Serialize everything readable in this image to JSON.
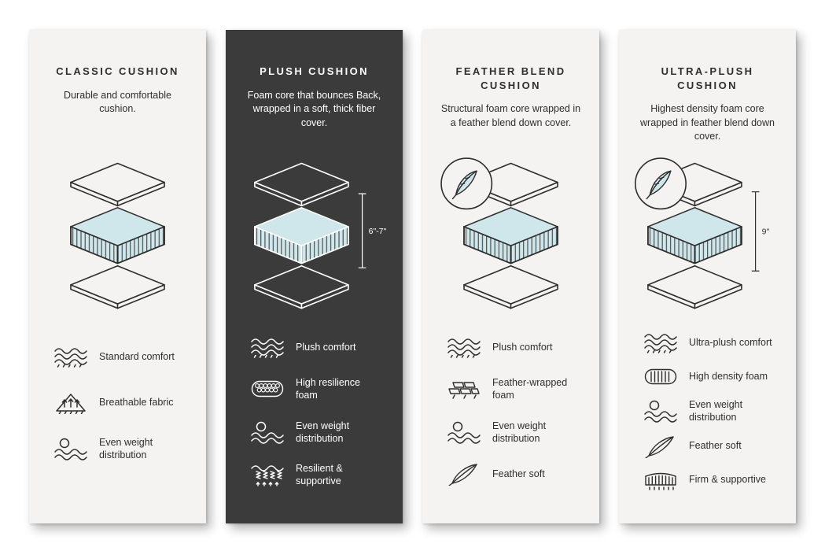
{
  "colors": {
    "page_background": "#ffffff",
    "card_light_bg": "#f4f3f1",
    "card_dark_bg": "#3b3b3b",
    "foam_fill": "#cfe6ea",
    "ink_dark": "#2e2e2e",
    "ink_light": "#ffffff"
  },
  "cards": [
    {
      "id": "classic",
      "theme": "light",
      "title": "CLASSIC CUSHION",
      "description": "Durable and comfortable cushion.",
      "illustration": "layered-cushion",
      "features": [
        {
          "icon": "waves-icon",
          "label": "Standard comfort"
        },
        {
          "icon": "breathable-icon",
          "label": "Breathable fabric"
        },
        {
          "icon": "weight-distribution-icon",
          "label": "Even weight distribution"
        }
      ]
    },
    {
      "id": "plush",
      "theme": "dark",
      "title": "PLUSH CUSHION",
      "description": "Foam core that bounces Back, wrapped in a soft, thick fiber cover.",
      "illustration": "layered-cushion",
      "dimension": "6\"-7\"",
      "features": [
        {
          "icon": "waves-icon",
          "label": "Plush comfort"
        },
        {
          "icon": "foam-cells-icon",
          "label": "High resilience foam"
        },
        {
          "icon": "weight-distribution-icon",
          "label": "Even weight distribution"
        },
        {
          "icon": "springs-icon",
          "label": "Resilient & supportive"
        }
      ]
    },
    {
      "id": "feather-blend",
      "theme": "light",
      "title": "FEATHER BLEND CUSHION",
      "description": "Structural foam core wrapped in a feather blend down cover.",
      "illustration": "layered-cushion",
      "badge_icon": "feather-badge",
      "features": [
        {
          "icon": "waves-icon",
          "label": "Plush comfort"
        },
        {
          "icon": "bricks-icon",
          "label": "Feather-wrapped foam"
        },
        {
          "icon": "weight-distribution-icon",
          "label": "Even weight distribution"
        },
        {
          "icon": "feather-icon",
          "label": "Feather soft"
        }
      ]
    },
    {
      "id": "ultra-plush",
      "theme": "light",
      "title": "ULTRA-PLUSH CUSHION",
      "description": "Highest density foam core wrapped in feather blend down cover.",
      "illustration": "layered-cushion",
      "badge_icon": "feather-badge",
      "dimension": "9\"",
      "features": [
        {
          "icon": "waves-icon",
          "label": "Ultra-plush comfort"
        },
        {
          "icon": "foam-bars-icon",
          "label": "High density foam"
        },
        {
          "icon": "weight-distribution-icon",
          "label": "Even weight distribution"
        },
        {
          "icon": "feather-icon",
          "label": "Feather soft"
        },
        {
          "icon": "mattress-icon",
          "label": "Firm & supportive"
        }
      ]
    }
  ]
}
